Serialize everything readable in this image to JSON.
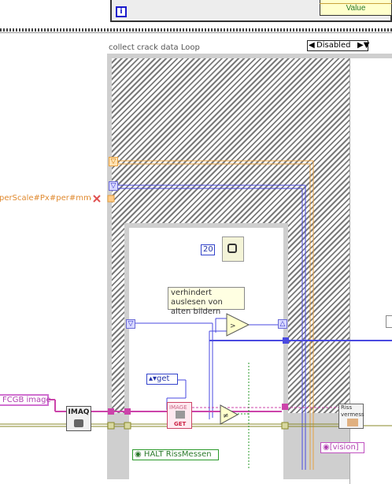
{
  "front_panel": {
    "info_icon": "i",
    "indicator_label": "Value"
  },
  "loop": {
    "title": "collect crack data Loop",
    "case_selector": {
      "value": "Disabled",
      "left_arrow": "◀",
      "right_arrows": "▶▼"
    }
  },
  "diagram": {
    "constant_ms": "20",
    "comment": "verhindert auslesen von alten bildern",
    "ring_constant": "get",
    "halt_control": "HALT RissMessen",
    "vision_control": "vision",
    "image_control": "FCGB image",
    "scale_wire_label": "perScale#Px#per#mm",
    "imaq_label": "IMAQ",
    "get_image_top": "IMAGE",
    "get_image_bottom": "GET",
    "riss_label_1": "Riss",
    "riss_label_2": "vermess"
  },
  "icons": {
    "info": "info-icon",
    "wait": "wait-ms-icon",
    "greater": "greater-than-icon",
    "not_equal": "not-equal-icon",
    "imaq": "imaq-snap-icon",
    "get_image": "get-image-icon",
    "riss": "riss-vermessen-icon",
    "broken_wire": "broken-wire-icon",
    "halt": "halt-icon"
  },
  "colors": {
    "wire_blue": "#3333cc",
    "wire_orange": "#e6a040",
    "wire_pink": "#cc44aa",
    "wire_green": "#2a9a2a",
    "loop_gray": "#cfcfcf"
  }
}
